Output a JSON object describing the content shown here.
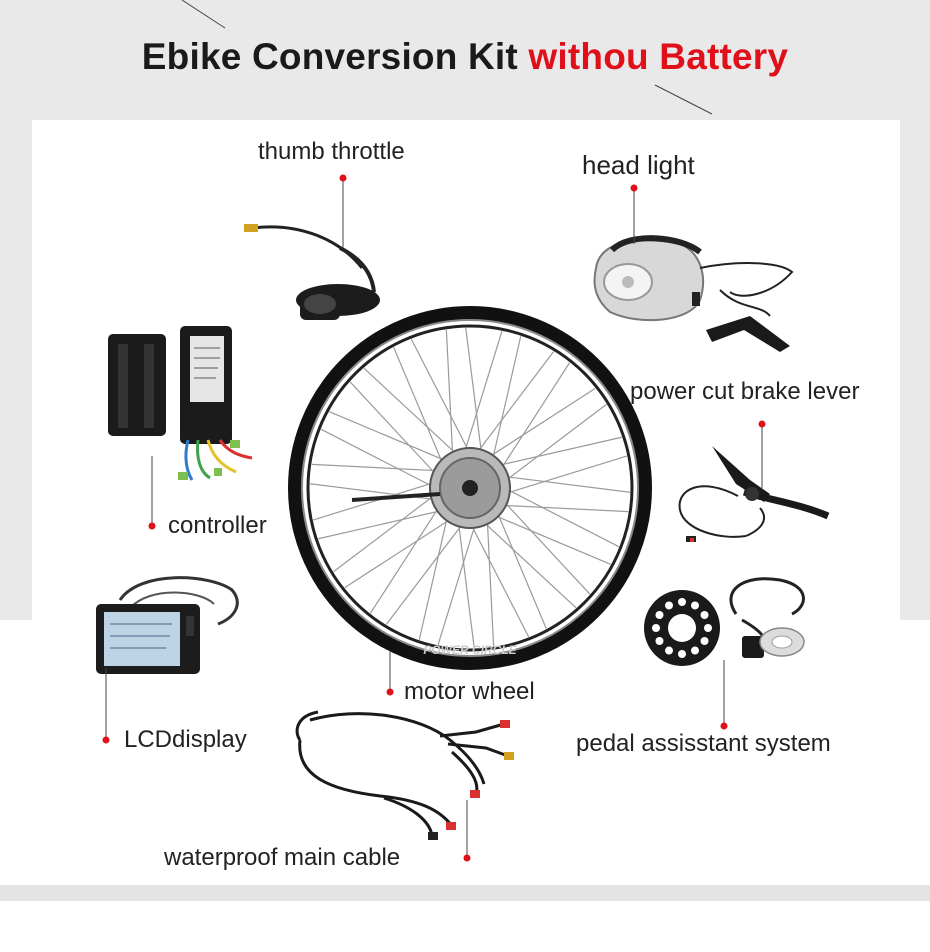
{
  "title": {
    "main": "Ebike Conversion Kit ",
    "highlight": "withou Battery"
  },
  "labels": {
    "thumb_throttle": "thumb throttle",
    "head_light": "head light",
    "power_cut_brake_lever": "power cut brake lever",
    "controller": "controller",
    "lcd_display": "LCDdisplay",
    "motor_wheel": "motor wheel",
    "pedal_assist": "pedal assisstant system",
    "main_cable": "waterproof main cable"
  },
  "rim_text": "POWER CIRCLE",
  "colors": {
    "accent_red": "#e0101b",
    "text": "#222222",
    "leader_dot": "#e0101b"
  }
}
